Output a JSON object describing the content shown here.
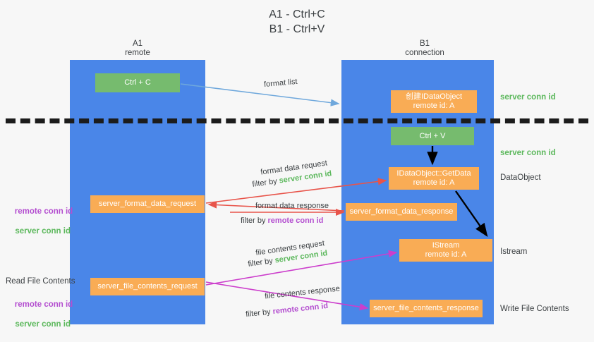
{
  "title": "A1 - Ctrl+C\nB1 - Ctrl+V",
  "columns": {
    "left": "A1\nremote",
    "right": "B1\nconnection"
  },
  "nodes": {
    "ctrl_c": "Ctrl + C",
    "idataobject": "创建IDataObject\nremote id: A",
    "ctrl_v": "Ctrl + V",
    "getdata": "IDataObject::GetData\nremote id: A",
    "server_format_data_request": "server_format_data_request",
    "server_format_data_response": "server_format_data_response",
    "istream": "IStream\nremote id: A",
    "server_file_contents_request": "server_file_contents_request",
    "server_file_contents_response": "server_file_contents_response"
  },
  "edge_labels": {
    "format_list": "format list",
    "format_data_request": "format data request",
    "format_data_request_filter_prefix": "filter by ",
    "format_data_request_filter_value": "server conn id",
    "format_data_response": "format data response",
    "format_data_response_filter_prefix": "filter by ",
    "format_data_response_filter_value": "remote conn id",
    "file_contents_request": "file contents request",
    "file_contents_request_filter_prefix": "filter by ",
    "file_contents_request_filter_value": "server conn id",
    "file_contents_response": "file contents response",
    "file_contents_response_filter_prefix": "filter by ",
    "file_contents_response_filter_value": "remote conn id"
  },
  "right_labels": {
    "server_conn_id_top": "server conn id",
    "server_conn_id_mid": "server conn id",
    "dataobject": "DataObject",
    "istream": "Istream",
    "write_file_contents": "Write File Contents"
  },
  "left_labels": {
    "remote_conn_id_1": "remote conn id",
    "server_conn_id_1": "server conn id",
    "read_file_contents": "Read File Contents",
    "remote_conn_id_2": "remote conn id",
    "server_conn_id_2": "server conn id"
  },
  "colors": {
    "lane": "#4a86e8",
    "green_node": "#76bb6e",
    "orange_node": "#f9ac55",
    "green_text": "#5cb85c",
    "purple_text": "#b44fd0",
    "red_arrow": "#e8544a",
    "magenta_arrow": "#cc3ecc",
    "blue_arrow": "#6fa8dc",
    "black_arrow": "#000000",
    "background": "#f7f7f7"
  }
}
